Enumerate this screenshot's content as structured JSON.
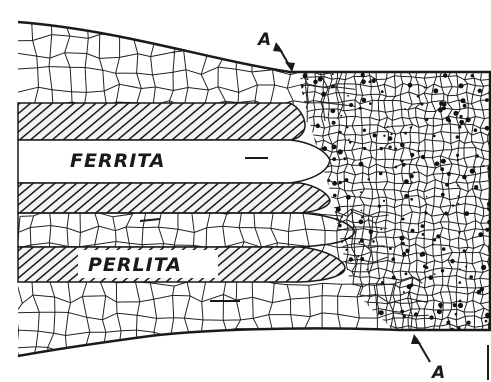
{
  "labels": {
    "ferrita": "FERRITA",
    "perlita": "PERLITA",
    "point_a_top": "A",
    "point_a_bottom": "A"
  },
  "colors": {
    "ink": "#1a1a1a",
    "paper": "#ffffff",
    "band_fill": "#f2f2f2"
  }
}
